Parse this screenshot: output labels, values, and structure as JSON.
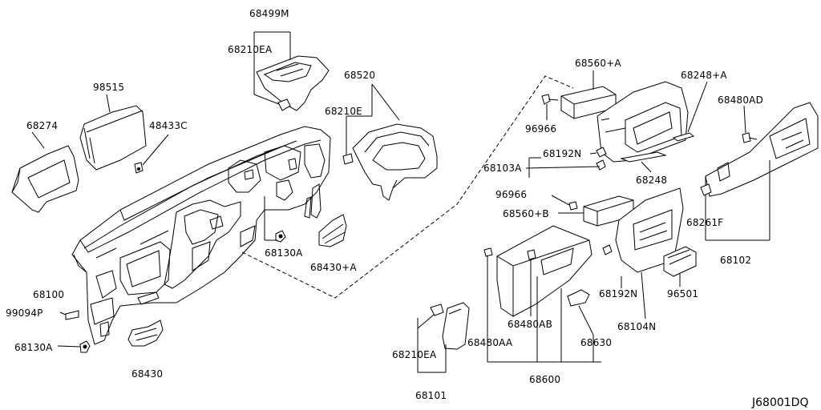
{
  "diagram_code": "J68001DQ",
  "labels": {
    "p68499M": "68499M",
    "p68210EA_top": "68210EA",
    "p98515": "98515",
    "p68274": "68274",
    "p48433C": "48433C",
    "p68520": "68520",
    "p68210E": "68210E",
    "p68130A_mid": "68130A",
    "p68430A": "68430+A",
    "p68100": "68100",
    "p99094P": "99094P",
    "p68130A_low": "68130A",
    "p68430": "68430",
    "p68560A": "68560+A",
    "p68248A": "68248+A",
    "p68480AD": "68480AD",
    "p96966_top": "96966",
    "p68192N_top": "68192N",
    "p68103A": "68103A",
    "p68248": "68248",
    "p96966_mid": "96966",
    "p68560B": "68560+B",
    "p68261F": "68261F",
    "p68102": "68102",
    "p96501": "96501",
    "p68192N_low": "68192N",
    "p68104N": "68104N",
    "p68480AB": "68480AB",
    "p68480AA": "68480AA",
    "p68630": "68630",
    "p68210EA_low": "68210EA",
    "p68600": "68600",
    "p68101": "68101"
  }
}
